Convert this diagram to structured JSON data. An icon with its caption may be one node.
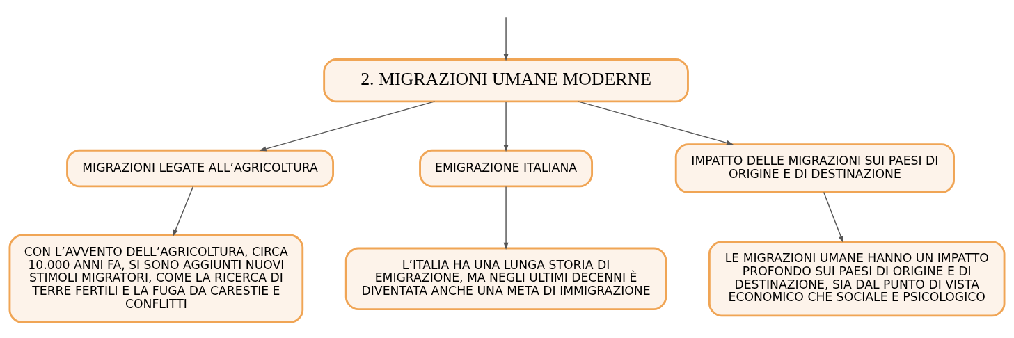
{
  "diagram": {
    "nodes": [
      {
        "text": [
          "2. MIGRAZIONI UMANE MODERNE"
        ]
      },
      {
        "text": [
          "MIGRAZIONI LEGATE ALL’AGRICOLTURA"
        ]
      },
      {
        "text": [
          "EMIGRAZIONE ITALIANA"
        ]
      },
      {
        "text": [
          "IMPATTO DELLE MIGRAZIONI SUI PAESI DI ORIGINE E DI DESTINAZIONE"
        ]
      },
      {
        "text": [
          "CON L’AVVENTO DELL’AGRICOLTURA, CIRCA 10.000 ANNI FA, SI SONO AGGIUNTI NUOVI STIMOLI MIGRATORI, COME LA RICERCA DI TERRE FERTILI E LA FUGA DA CARESTIE E CONFLITTI"
        ]
      },
      {
        "text": [
          "L’ITALIA HA UNA LUNGA STORIA DI EMIGRAZIONE, MA NEGLI ULTIMI DECENNI È DIVENTATA ANCHE UNA META DI IMMIGRAZIONE"
        ]
      },
      {
        "text": [
          "LE MIGRAZIONI UMANE HANNO UN IMPATTO PROFONDO SUI PAESI DI ORIGINE E DI DESTINAZIONE, SIA DAL PUNTO DI VISTA ECONOMICO CHE SOCIALE E PSICOLOGICO"
        ]
      }
    ],
    "edges": [
      {
        "from": null,
        "to": 0,
        "arrow": "to"
      },
      {
        "from": 0,
        "to": 1,
        "arrow": "to"
      },
      {
        "from": 0,
        "to": 2,
        "arrow": "to"
      },
      {
        "from": 0,
        "to": 3,
        "arrow": "to"
      },
      {
        "from": 1,
        "to": 4,
        "arrow": "to"
      },
      {
        "from": 2,
        "to": 5,
        "arrow": "to"
      },
      {
        "from": 3,
        "to": 6,
        "arrow": "to"
      }
    ]
  }
}
